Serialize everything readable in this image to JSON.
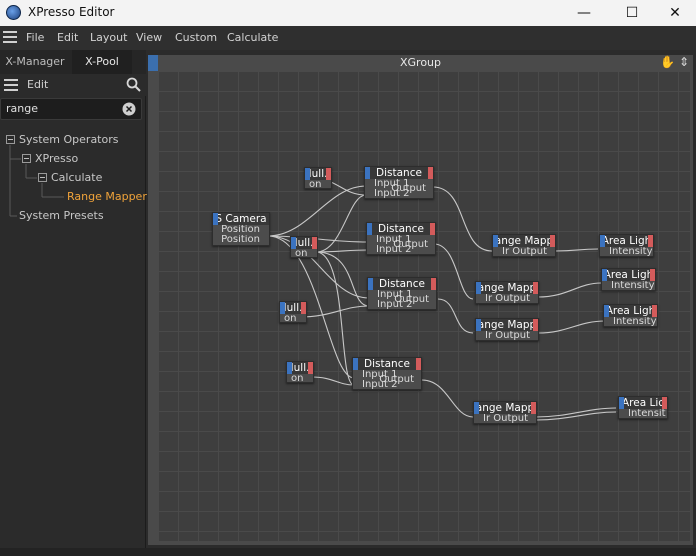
{
  "window": {
    "title": "XPresso Editor",
    "minimize": "—",
    "maximize": "☐",
    "close": "✕"
  },
  "menu": [
    "File",
    "Edit",
    "Layout",
    "View",
    "Custom",
    "Calculate"
  ],
  "left_panel": {
    "tabs": [
      "X-Manager",
      "X-Pool"
    ],
    "edit_label": "Edit",
    "search_value": "range",
    "tree": [
      {
        "label": "System Operators"
      },
      {
        "label": "XPresso"
      },
      {
        "label": "Calculate"
      },
      {
        "label": "Range Mapper"
      },
      {
        "label": "System Presets"
      }
    ]
  },
  "graph": {
    "title": "XGroup",
    "nodes": {
      "camera": {
        "title": "S Camera",
        "outputs": [
          "Position",
          "Position"
        ]
      },
      "null1": {
        "title": "Iull.",
        "outputs": [
          "on"
        ]
      },
      "null2": {
        "title": "Iull.",
        "outputs": [
          "on"
        ]
      },
      "null3": {
        "title": "Iull.",
        "outputs": [
          "on"
        ]
      },
      "null4": {
        "title": "Iull.",
        "outputs": [
          "on"
        ]
      },
      "dist1": {
        "title": "Distance",
        "inputs": [
          "Input 1",
          "Input 2"
        ],
        "output": "Output"
      },
      "dist2": {
        "title": "Distance",
        "inputs": [
          "Input 1",
          "Input 2"
        ],
        "output": "Output"
      },
      "dist3": {
        "title": "Distance",
        "inputs": [
          "Input 1",
          "Input 2"
        ],
        "output": "Output"
      },
      "dist4": {
        "title": "Distance",
        "inputs": [
          "Input 1",
          "Input 2"
        ],
        "output": "Output"
      },
      "range1": {
        "title": "ange Mapp",
        "inputs": [
          "Ir"
        ],
        "output": "Output"
      },
      "range2": {
        "title": "ange Mapp",
        "inputs": [
          "Ir"
        ],
        "output": "Output"
      },
      "range3": {
        "title": "ange Mapp",
        "inputs": [
          "Ir"
        ],
        "output": "Output"
      },
      "range4": {
        "title": "ange Mapp",
        "inputs": [
          "Ir"
        ],
        "output": "Output"
      },
      "light1": {
        "title": "Area Ligh",
        "inputs": [
          "Intensity"
        ]
      },
      "light2": {
        "title": "Area Ligh",
        "inputs": [
          "Intensity"
        ]
      },
      "light3": {
        "title": "Area Ligh",
        "inputs": [
          "Intensity"
        ]
      },
      "light4": {
        "title": "Area Lic",
        "inputs": [
          "Intensit"
        ]
      }
    }
  },
  "colors": {
    "accent_selected": "#f0a33a",
    "input_tab": "#3b73c0",
    "output_tab": "#d35b5b"
  }
}
